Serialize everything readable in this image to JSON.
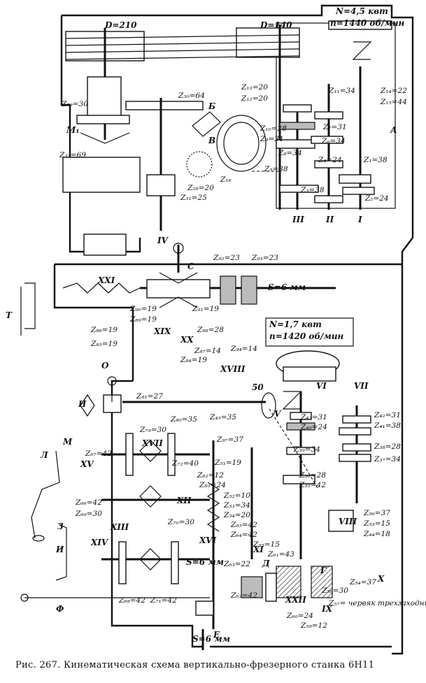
{
  "labels": {
    "pulley_d1": "D=210",
    "pulley_d2": "D=140",
    "motor1_power": "N=4,5 квт",
    "motor1_speed": "n=1440 об/мин",
    "motor2_power": "N=1,7 квт",
    "motor2_speed": "n=1420 об/мин",
    "feed_s1": "S=6 мм",
    "feed_s2": "S=6 мм",
    "feed_s3": "S=6 мм",
    "dial_50": "50",
    "worm_note": "Z₅₇= червяк трехзаходный"
  },
  "gears": {
    "z29": "Z₂₉=30",
    "z30": "Z₃₀=64",
    "z32": "Z₃₂=69",
    "z28": "Z₂₈=20",
    "z31": "Z₃₁=25",
    "z13": "Z₁₃=20",
    "z12": "Z₁₂=20",
    "z11": "Z₁₁=34",
    "z14": "Z₁₄=22",
    "z15": "Z₁₅=44",
    "z16": "Z₁₆",
    "z10": "Z₁₀=28",
    "z9": "Z₉=31",
    "z8": "Z₈=34",
    "z7": "Z₇=31",
    "z6": "Z₆=34",
    "z5": "Z₅=38",
    "z4": "Z₄=24",
    "z1": "Z₁=38",
    "z3": "Z₃=38",
    "z2": "Z₂=24",
    "z92": "Z₉₂=23",
    "z93": "Z₉₃=23",
    "z90": "Z₉₀=19",
    "z89": "Z₈₉=19",
    "z91": "Z₉₁=19",
    "z88": "Z₈₈=28",
    "z86": "Z₈₆=19",
    "z85": "Z₈₅=19",
    "z87": "Z₈₇=14",
    "z84": "Z₈₄=19",
    "z94": "Z₉₄=14",
    "z81": "Z₈₁=27",
    "z80": "Z₈₀=35",
    "z45": "Z₄₅=35",
    "z79": "Z₇₉=30",
    "z97": "Z₉₇=37",
    "z67": "Z₆₇=42",
    "z72": "Z₇₂=40",
    "z51": "Z₅₁=19",
    "z82": "Z₈₂=12",
    "z83": "Z₈₃=24",
    "z52": "Z₅₂=10",
    "z33": "Z₃₃=34",
    "z34": "Z₃₄=20",
    "z66": "Z₆₆=42",
    "z69": "Z₆₉=30",
    "z70": "Z₇₀=30",
    "z65": "Z₆₅=42",
    "z64": "Z₆₄=42",
    "z55": "Z₅₅=15",
    "z61": "Z₆₁=43",
    "z63": "Z₆₃=22",
    "z62": "Z₆₂=42",
    "z68": "Z₆₈=42",
    "z71": "Z₇₁=42",
    "z60": "Z₆₀=24",
    "z59": "Z₅₉=12",
    "z58": "Z₅₈=30",
    "z54": "Z₅₄=37",
    "z43": "Z₄₃=31",
    "z40": "Z₄₀=24",
    "z39": "Z₃₉=34",
    "z36": "Z₃₆=28",
    "z35": "Z₃₅=42",
    "z42": "Z₄₂=31",
    "z41": "Z₄₁=38",
    "z38": "Z₃₈=28",
    "z37": "Z₃₇=34",
    "z56": "Z₅₆=37",
    "z53": "Z₅₃=15",
    "z44": "Z₄₄=18"
  },
  "shafts": [
    "I",
    "II",
    "III",
    "IV",
    "V",
    "VI",
    "VII",
    "VIII",
    "IX",
    "X",
    "XI",
    "XII",
    "XIII",
    "XIV",
    "XV",
    "XVI",
    "XVII",
    "XVIII",
    "XIX",
    "XX",
    "XXI",
    "XXII"
  ],
  "letters": {
    "M1": "M₁",
    "B_cyr": "Б",
    "V_cyr": "В",
    "A_cyr": "А",
    "C_lat": "С",
    "T": "Т",
    "O": "О",
    "N": "Н",
    "M": "М",
    "L": "Л",
    "Z": "З",
    "I": "И",
    "F": "Ф",
    "E": "Е",
    "D_cyr": "Д",
    "G_cyr": "Г"
  },
  "caption": "Рис. 267. Кинематическая схема вертикально-фрезерного станка 6Н11"
}
